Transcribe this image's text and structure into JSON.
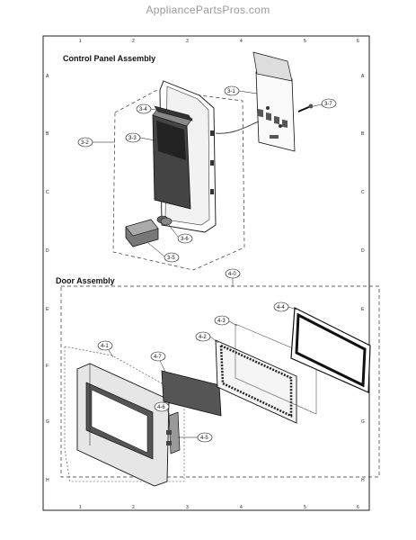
{
  "watermark": "AppliancePartsPros.com",
  "sections": {
    "control": "Control Panel Assembly",
    "door": "Door Assembly"
  },
  "grid": {
    "cols": [
      "1",
      "2",
      "3",
      "4",
      "5",
      "6"
    ],
    "rows": [
      "A",
      "B",
      "C",
      "D",
      "E",
      "F",
      "G",
      "H"
    ]
  },
  "callouts": {
    "c3_1": "3-1",
    "c3_2": "3-2",
    "c3_3": "3-3",
    "c3_4": "3-4",
    "c3_5": "3-5",
    "c3_6": "3-6",
    "c3_7": "3-7",
    "c4_0": "4-0",
    "c4_1": "4-1",
    "c4_2": "4-2",
    "c4_3": "4-3",
    "c4_4": "4-4",
    "c4_5": "4-5",
    "c4_6": "4-6",
    "c4_7": "4-7"
  }
}
